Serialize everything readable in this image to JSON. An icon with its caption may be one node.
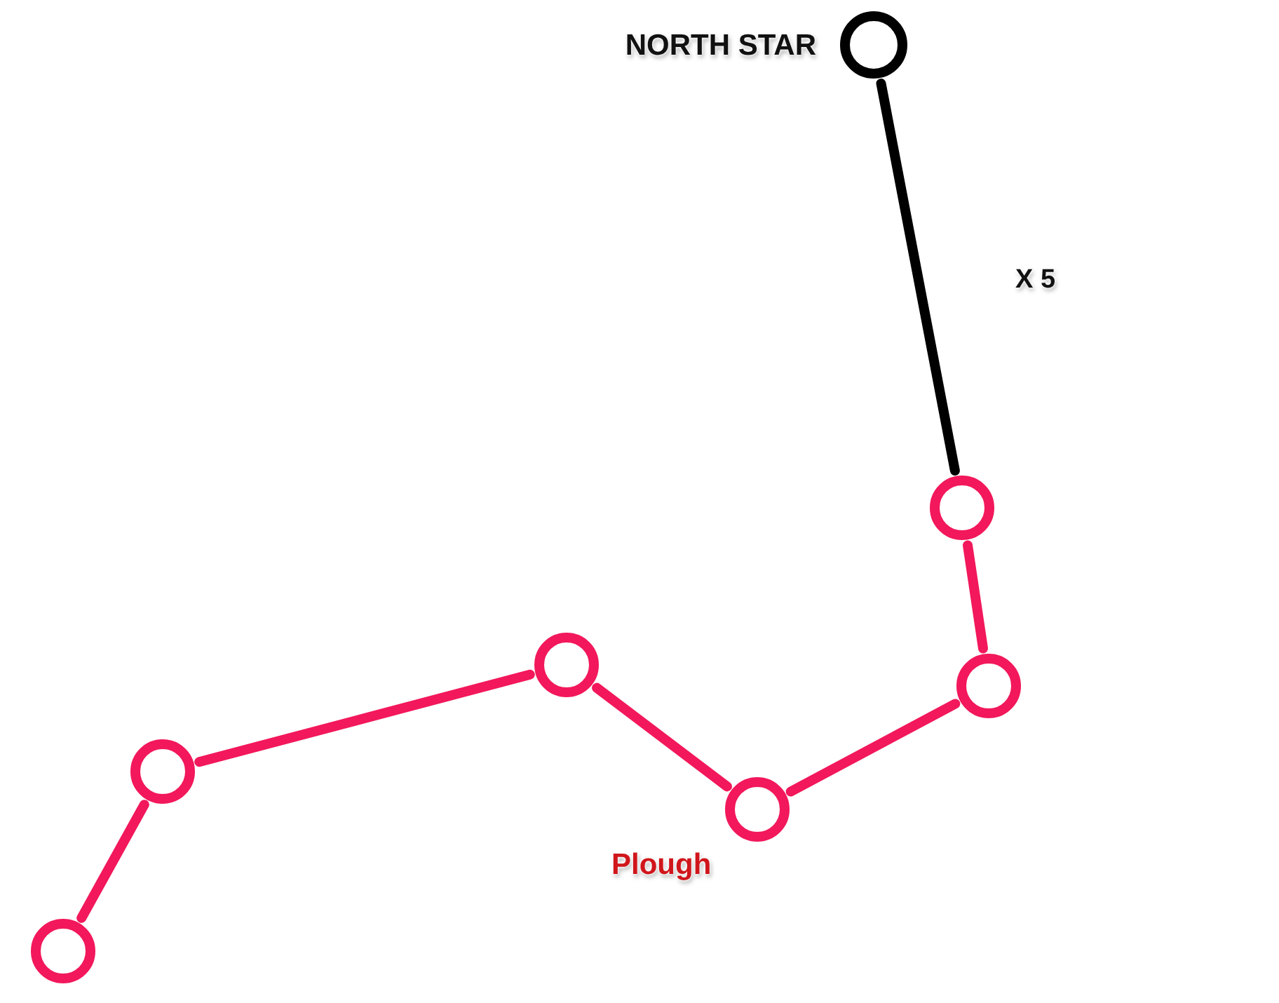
{
  "diagram": {
    "nodes": [
      {
        "text": [],
        "shape": "circle",
        "beside": [
          "NORTH STAR"
        ]
      },
      {
        "text": [],
        "shape": "circle"
      },
      {
        "text": [],
        "shape": "circle"
      },
      {
        "text": [],
        "shape": "circle"
      },
      {
        "text": [],
        "shape": "circle"
      },
      {
        "text": [],
        "shape": "circle"
      },
      {
        "text": [],
        "shape": "circle"
      }
    ],
    "edges": [
      {
        "from": 0,
        "to": 5,
        "arrow": "none",
        "color": "#000000"
      },
      {
        "from": 5,
        "to": 6,
        "arrow": "none"
      },
      {
        "from": 6,
        "to": 4,
        "arrow": "none"
      },
      {
        "from": 4,
        "to": 3,
        "arrow": "none"
      },
      {
        "from": 3,
        "to": 2,
        "arrow": "none"
      },
      {
        "from": 2,
        "to": 1,
        "arrow": "none"
      }
    ],
    "labels": [
      "X 5",
      "Plough"
    ]
  }
}
